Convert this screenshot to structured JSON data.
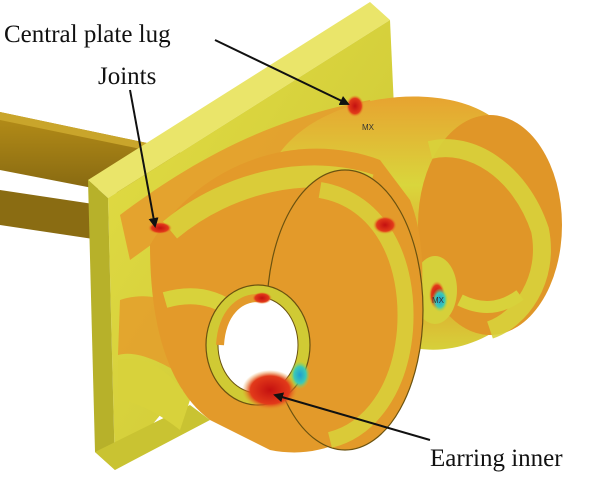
{
  "labels": {
    "central_plate_lug": "Central plate lug",
    "joints": "Joints",
    "earring_inner": "Earring inner"
  },
  "mesh_mark": "MX",
  "colors": {
    "plate": "#d9d43a",
    "rod": "#9a7a12",
    "lug_orange": "#e79b2a",
    "lug_yellow": "#d8d23b",
    "hot_spot": "#d21a1a",
    "cool_spot": "#2fb8c8"
  }
}
